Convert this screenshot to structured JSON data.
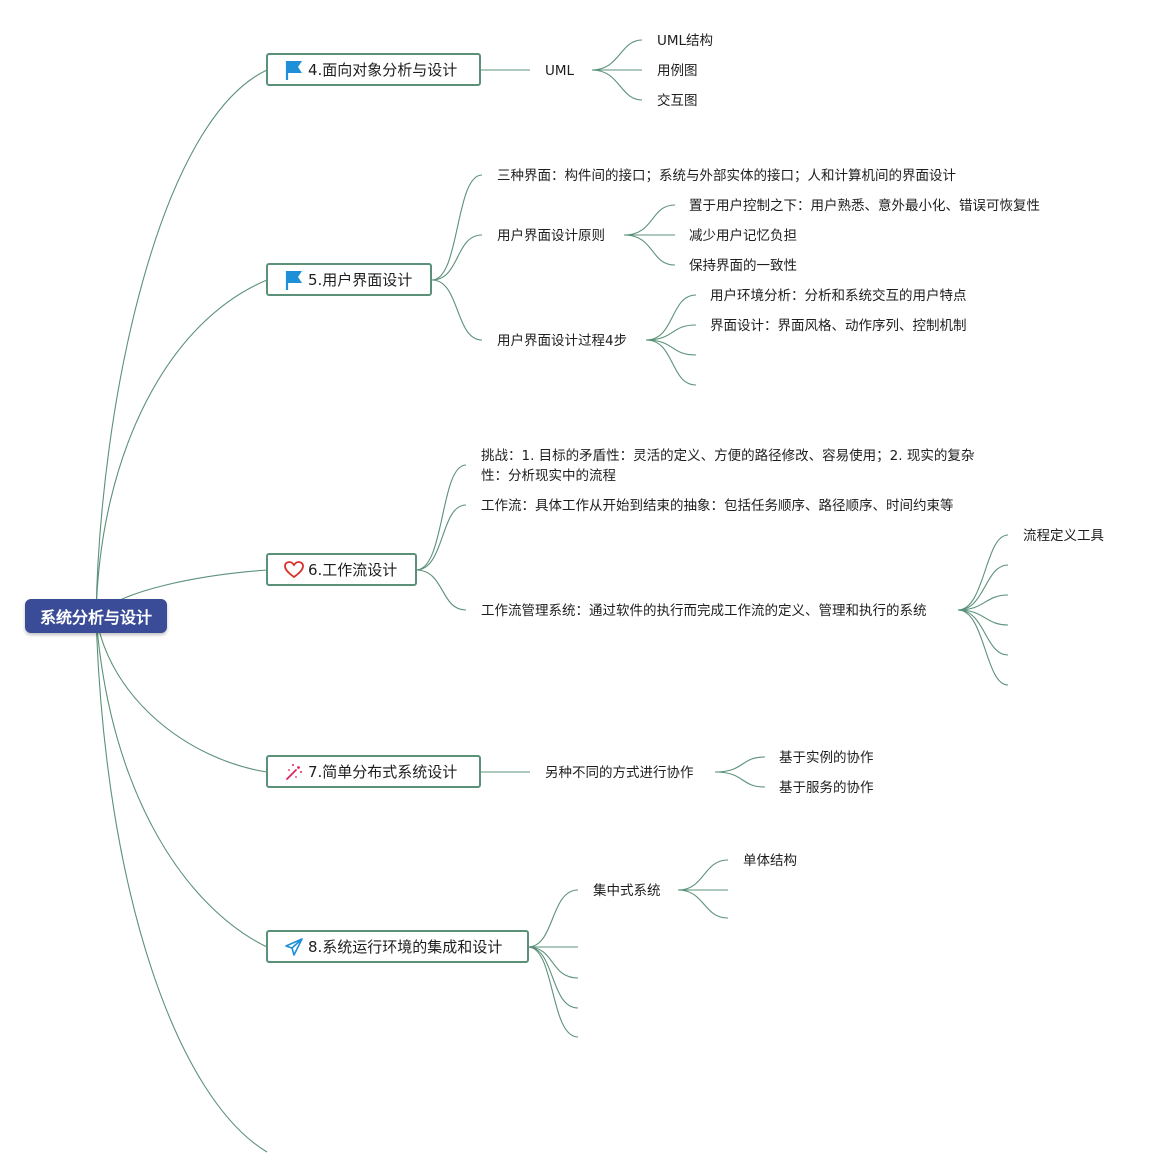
{
  "root": {
    "label": "系统分析与设计"
  },
  "topics": {
    "t4": {
      "label": "4.面向对象分析与设计",
      "icon": "flag-icon",
      "uml": "UML",
      "uml_children": [
        "UML结构",
        "用例图",
        "交互图"
      ]
    },
    "t5": {
      "label": "5.用户界面设计",
      "icon": "flag-icon",
      "interfaces": "三种界面：构件间的接口；系统与外部实体的接口；人和计算机间的界面设计",
      "principles": "用户界面设计原则",
      "principle_items": [
        "置于用户控制之下：用户熟悉、意外最小化、错误可恢复性",
        "减少用户记忆负担",
        "保持界面的一致性"
      ],
      "process": "用户界面设计过程4步",
      "process_items": [
        "用户环境分析：分析和系统交互的用户特点",
        "界面设计：界面风格、动作序列、控制机制"
      ]
    },
    "t6": {
      "label": "6.工作流设计",
      "icon": "heart-icon",
      "challenge": "挑战：1. 目标的矛盾性：灵活的定义、方便的路径修改、容易使用；2. 现实的复杂性：分析现实中的流程",
      "workflow": "工作流：具体工作从开始到结束的抽象：包括任务顺序、路径顺序、时间约束等",
      "wfms": "工作流管理系统：通过软件的执行而完成工作流的定义、管理和执行的系统",
      "wfms_items": [
        "流程定义工具"
      ]
    },
    "t7": {
      "label": "7.简单分布式系统设计",
      "icon": "magic-wand-icon",
      "collab": "另种不同的方式进行协作",
      "collab_items": [
        "基于实例的协作",
        "基于服务的协作"
      ]
    },
    "t8": {
      "label": "8.系统运行环境的集成和设计",
      "icon": "paper-plane-icon",
      "central": "集中式系统",
      "central_items": [
        "单体结构"
      ]
    }
  },
  "colors": {
    "root_bg": "#3a4c97",
    "line": "#5b9179",
    "flag": "#1f8fd8",
    "heart": "#d9302c",
    "wand": "#e0245e",
    "plane": "#1f8fd8"
  }
}
